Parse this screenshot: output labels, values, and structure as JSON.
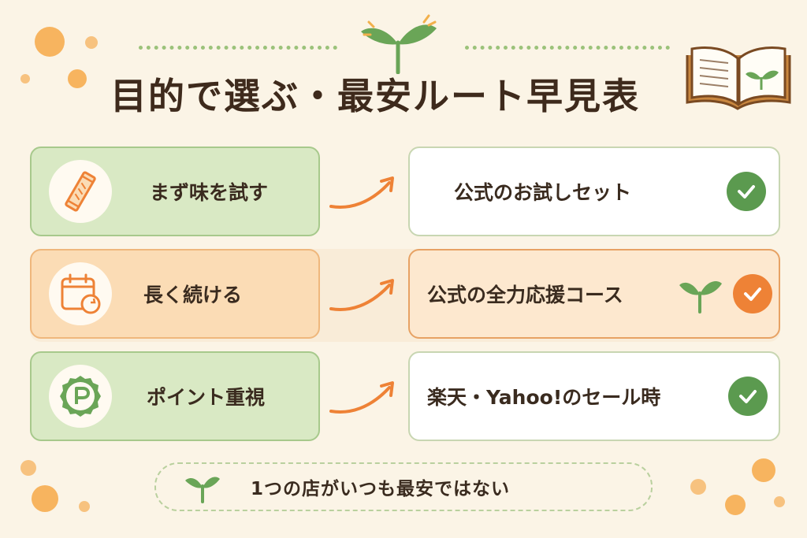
{
  "title": "目的で選ぶ・最安ルート早見表",
  "rows": [
    {
      "purpose": "まず味を試す",
      "icon": "snack-bar-icon",
      "route": "公式のお試しセット",
      "check_color": "#5b9a4f"
    },
    {
      "purpose": "長く続ける",
      "icon": "calendar-repeat-icon",
      "route": "公式の全力応援コース",
      "check_color": "#ee8236"
    },
    {
      "purpose": "ポイント重視",
      "icon": "point-badge-icon",
      "route": "楽天・Yahoo!のセール時",
      "check_color": "#5b9a4f"
    }
  ],
  "note": "1つの店がいつも最安ではない",
  "colors": {
    "accent_green": "#5b9a4f",
    "accent_orange": "#ee8236",
    "background": "#fbf4e6"
  }
}
